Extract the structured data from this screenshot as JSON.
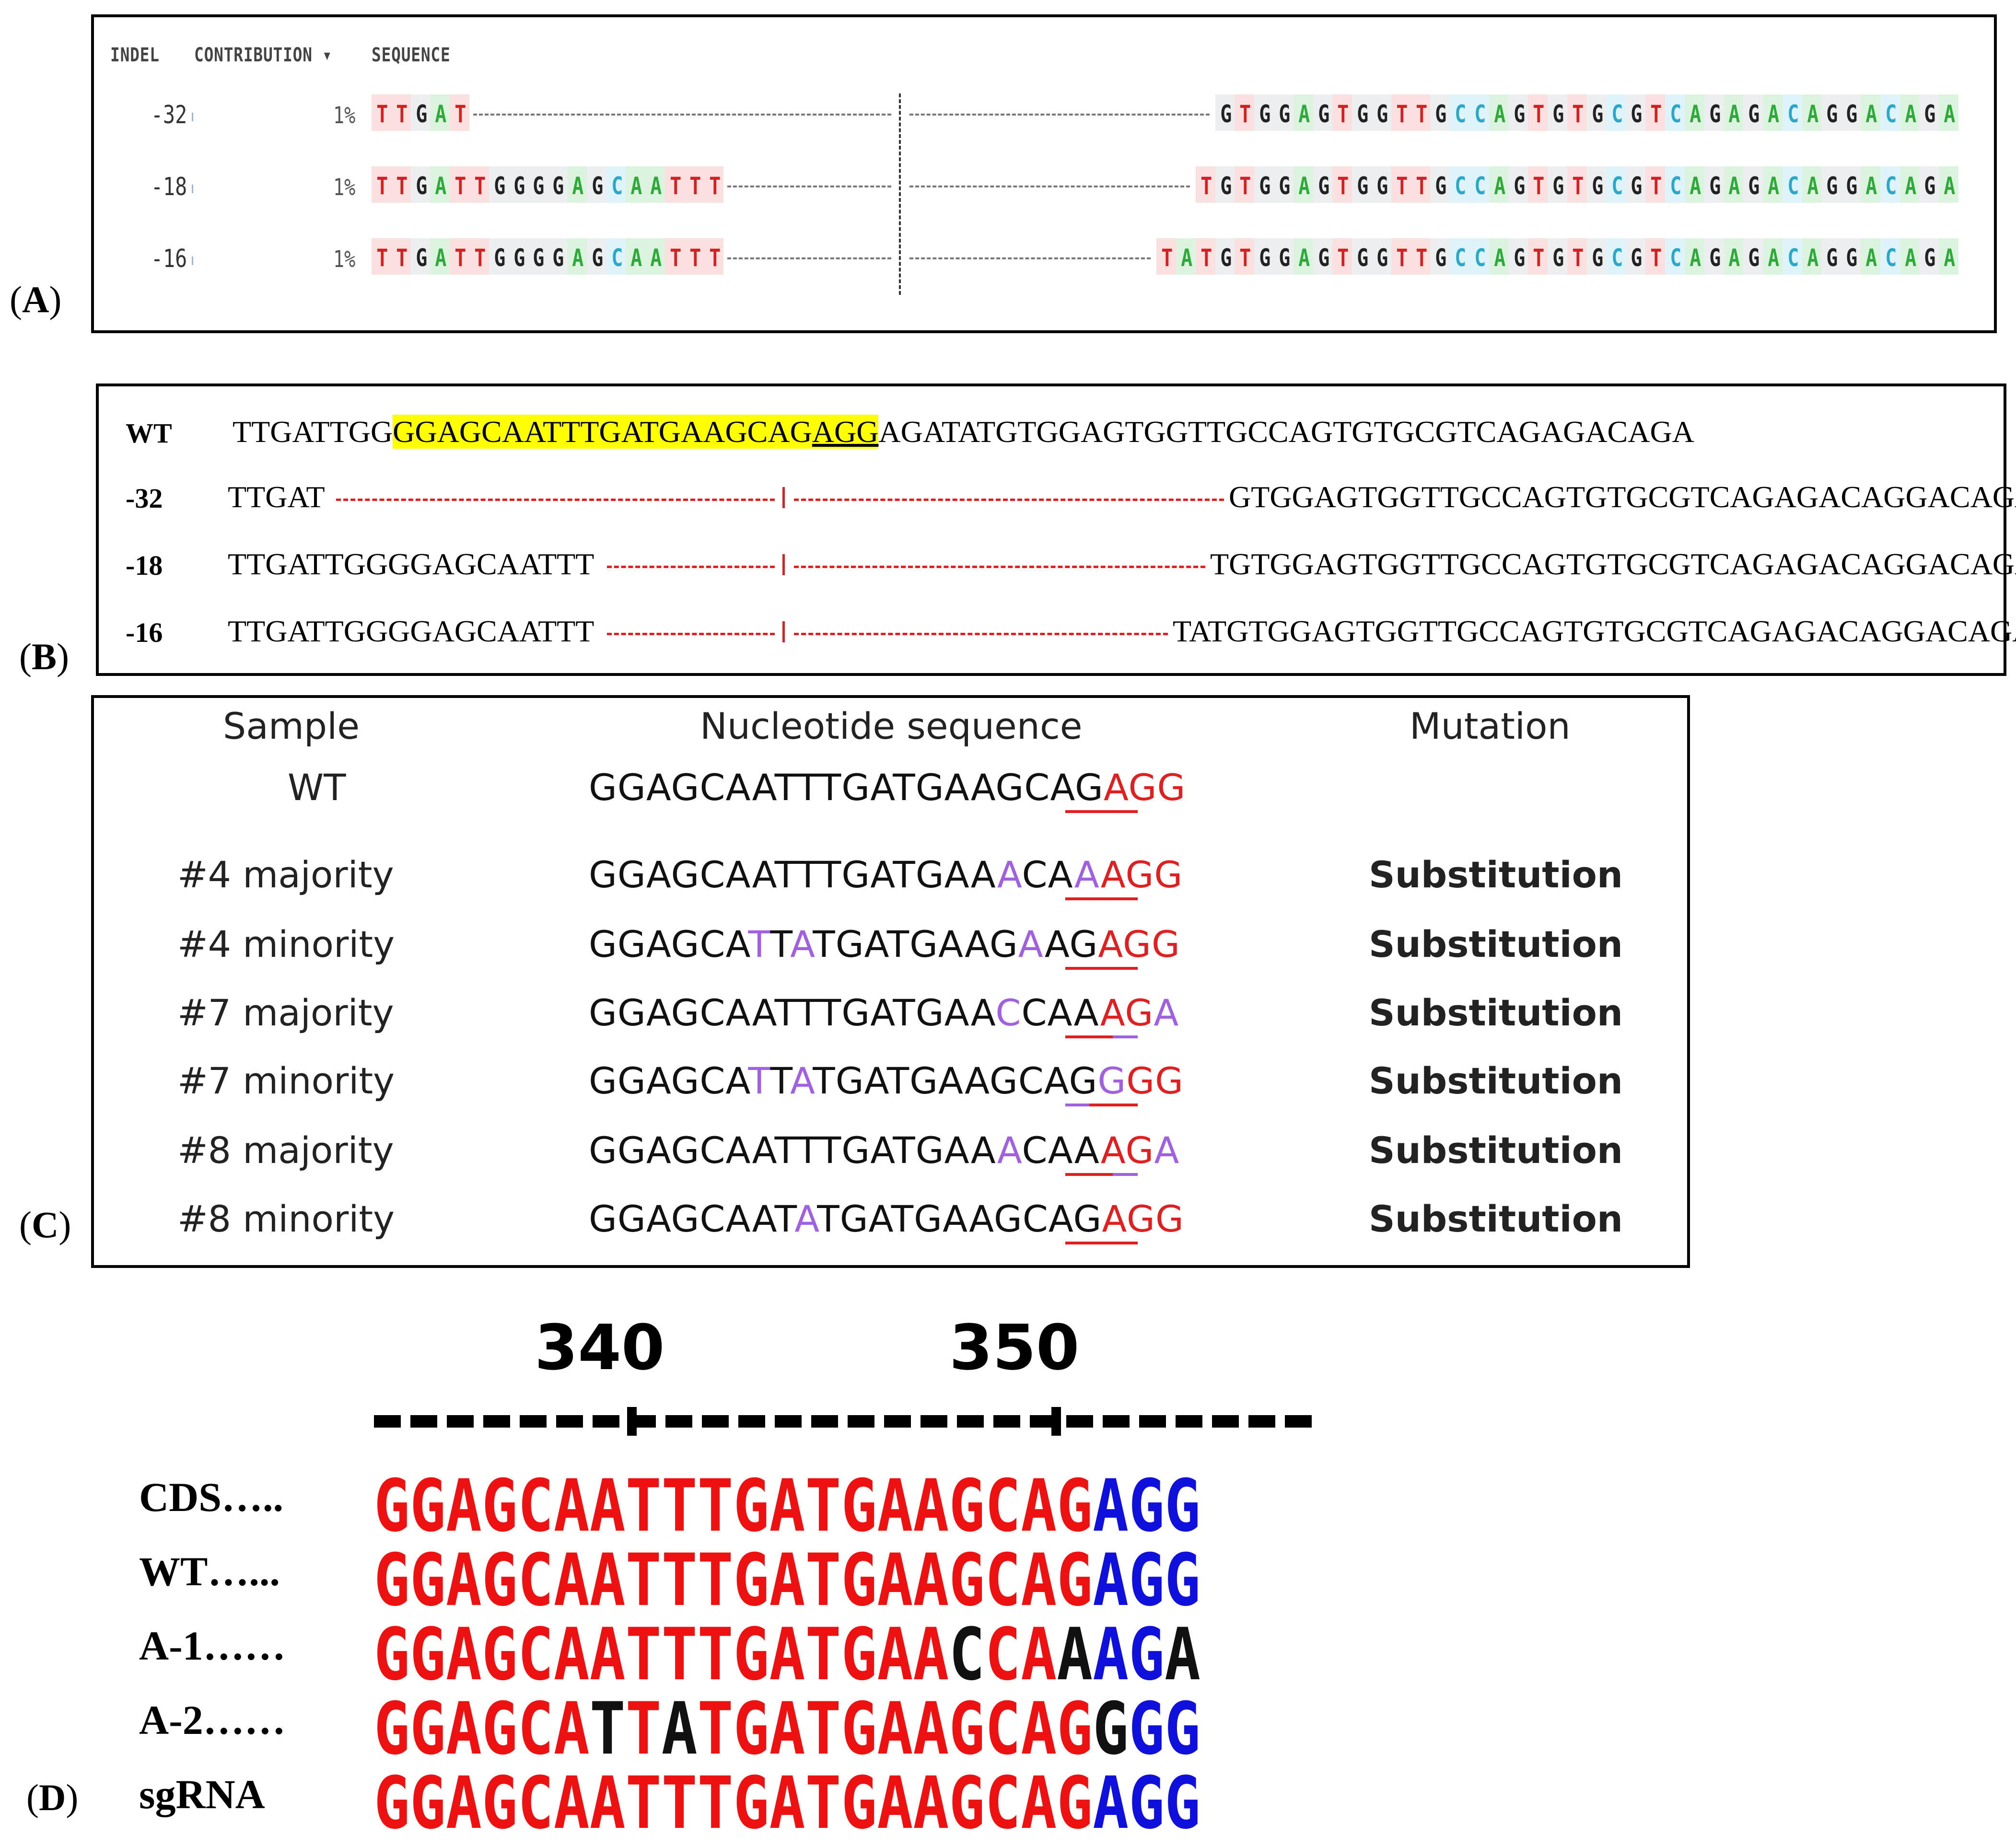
{
  "panel_labels": {
    "a": "(A)",
    "b": "(B)",
    "c": "(C)",
    "d": "(D)"
  },
  "panel_a": {
    "headers": {
      "indel": "INDEL",
      "contribution": "CONTRIBUTION ▾",
      "sequence": "SEQUENCE"
    },
    "rows": [
      {
        "indel": "-32",
        "pct": "1%",
        "left": "TTGAT",
        "right": "GTGGAGTGGTTGCCAGTGTGCGTCAGAGACAGGACAGA"
      },
      {
        "indel": "-18",
        "pct": "1%",
        "left": "TTGATTGGGGAGCAATTT",
        "right": "TGTGGAGTGGTTGCCAGTGTGCGTCAGAGACAGGACAGA"
      },
      {
        "indel": "-16",
        "pct": "1%",
        "left": "TTGATTGGGGAGCAATTT",
        "right": "TATGTGGAGTGGTTGCCAGTGTGCGTCAGAGACAGGACAGA"
      }
    ],
    "base_colors": {
      "A": "#2eaa3a",
      "C": "#2aa8c8",
      "G": "#222222",
      "T": "#d42020"
    },
    "base_bg": {
      "A": "#dcf3df",
      "C": "#dff4fa",
      "G": "#eceeef",
      "T": "#fbe0e0"
    }
  },
  "panel_b": {
    "wt_label": "WT",
    "wt_prefix": "TTGATTGG",
    "wt_highlight": "GGAGCAATTTGATGAAGCAG",
    "wt_pam": "AGG",
    "wt_suffix": "AGATATGTGGAGTGGTTGCCAGTGTGCGTCAGAGACAGA",
    "rows": [
      {
        "label": "-32",
        "left": "TTGAT",
        "right": "GTGGAGTGGTTGCCAGTGTGCGTCAGAGACAGGACAGA"
      },
      {
        "label": "-18",
        "left": "TTGATTGGGGAGCAATTT",
        "right": "TGTGGAGTGGTTGCCAGTGTGCGTCAGAGACAGGACAGA"
      },
      {
        "label": "-16",
        "left": "TTGATTGGGGAGCAATTT",
        "right": "TATGTGGAGTGGTTGCCAGTGTGCGTCAGAGACAGGACAGA"
      }
    ],
    "highlight_color": "#ffff00",
    "dash_color": "#e02020"
  },
  "panel_c": {
    "headers": {
      "sample": "Sample",
      "sequence": "Nucleotide sequence",
      "mutation": "Mutation"
    },
    "rows": [
      {
        "sample": "WT",
        "seq": "GGAGCAATTTGATGAAGCAGAGG",
        "mutation": "",
        "purple": [],
        "pam_purple": []
      },
      {
        "sample": "#4 majority",
        "seq": "GGAGCAATTTGATGAAACAAAGG",
        "mutation": "Substitution",
        "purple": [
          16,
          19
        ],
        "pam_purple": []
      },
      {
        "sample": "#4 minority",
        "seq": "GGAGCATTATGATGAAGAAGAGG",
        "mutation": "Substitution",
        "purple": [
          6,
          8,
          17
        ],
        "pam_purple": []
      },
      {
        "sample": "#7 majority",
        "seq": "GGAGCAATTTGATGAACCAAAGA",
        "mutation": "Substitution",
        "purple": [
          16,
          22
        ],
        "pam_purple": [
          2
        ]
      },
      {
        "sample": "#7 minority",
        "seq": "GGAGCATTATGATGAAGCAGGGG",
        "mutation": "Substitution",
        "purple": [
          6,
          8
        ],
        "pam_purple": [
          0
        ]
      },
      {
        "sample": "#8 majority",
        "seq": "GGAGCAATTTGATGAAACAAAGA",
        "mutation": "Substitution",
        "purple": [
          16,
          22
        ],
        "pam_purple": [
          2
        ]
      },
      {
        "sample": "#8 minority",
        "seq": "GGAGCAATATGATGAAGCAGAGG",
        "mutation": "Substitution",
        "purple": [
          8
        ],
        "pam_purple": []
      }
    ],
    "pam_color": "#e02020",
    "purple_color": "#a060e0"
  },
  "panel_d": {
    "ticks": [
      "340",
      "350"
    ],
    "rows": [
      {
        "label": "CDS…..",
        "seq": "GGAGCAATTTGATGAAGCAGAGG",
        "black": []
      },
      {
        "label": "WT…...",
        "seq": "GGAGCAATTTGATGAAGCAGAGG",
        "black": []
      },
      {
        "label": "A-1……",
        "seq": "GGAGCAATTTGATGAACCAAAGA",
        "black": [
          16,
          19,
          22
        ]
      },
      {
        "label": "A-2……",
        "seq": "GGAGCATTATGATGAAGCAGGGG",
        "black": [
          6,
          8,
          20
        ]
      },
      {
        "label": "sgRNA",
        "seq": "GGAGCAATTTGATGAAGCAGAGG",
        "black": []
      }
    ],
    "red": "#ee1111",
    "blue": "#1010dd",
    "black": "#111111"
  }
}
